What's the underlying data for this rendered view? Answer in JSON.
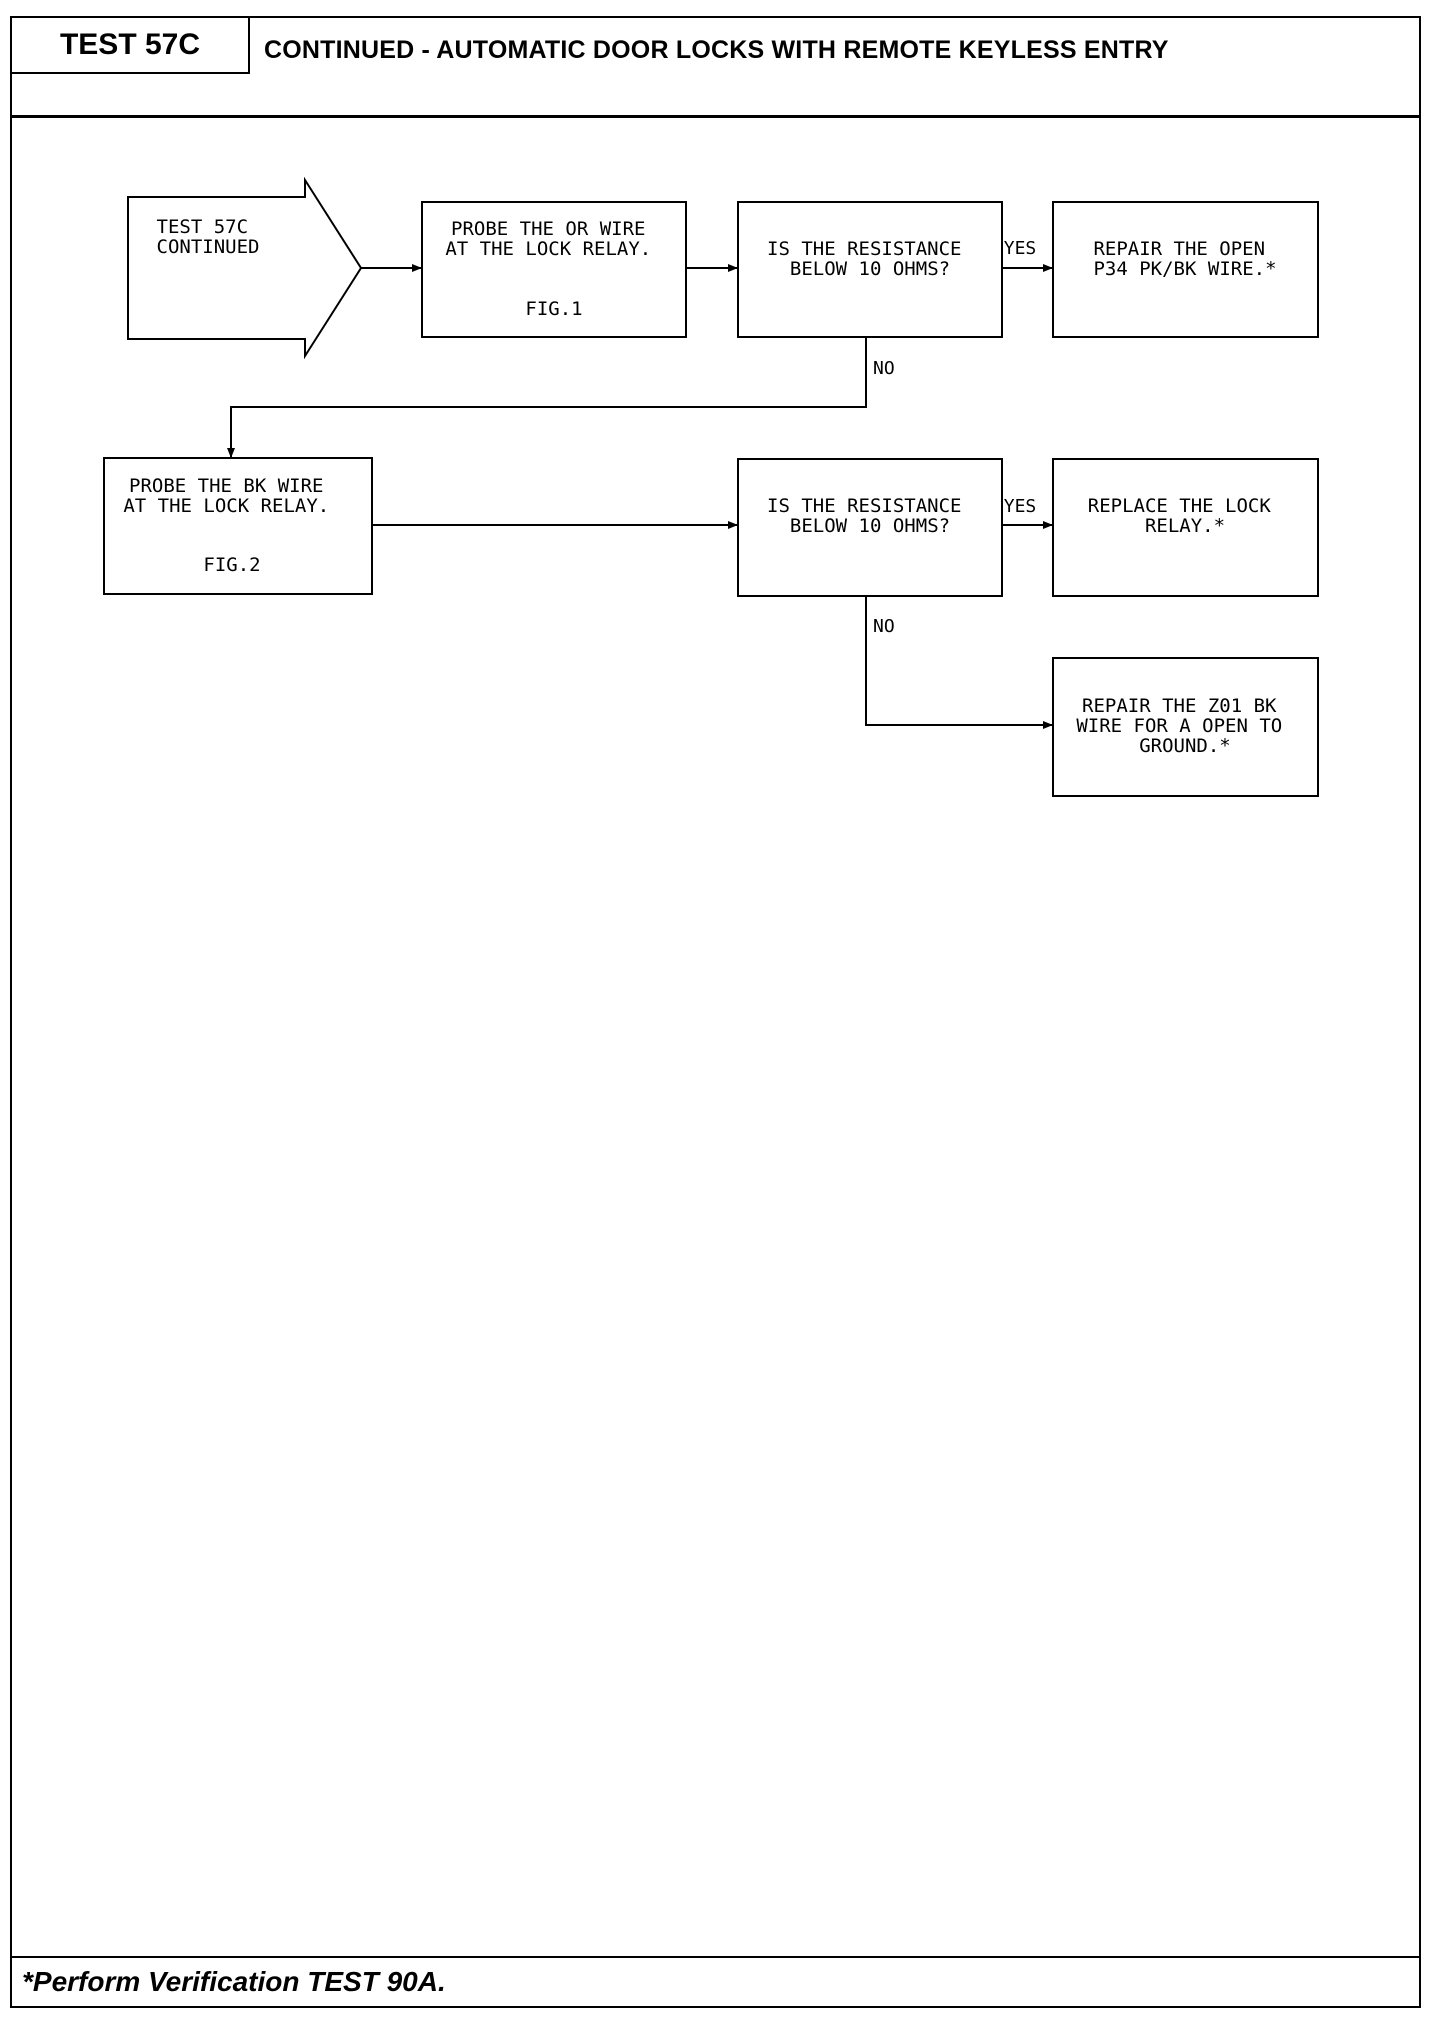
{
  "header": {
    "test_id": "TEST 57C",
    "title": "CONTINUED - AUTOMATIC DOOR LOCKS WITH REMOTE KEYLESS ENTRY"
  },
  "flowchart": {
    "start": {
      "lines": [
        "TEST 57C",
        "CONTINUED"
      ]
    },
    "probe_or": {
      "lines": [
        "PROBE THE OR WIRE",
        "AT THE LOCK RELAY."
      ],
      "figure": "FIG.1"
    },
    "question_1": {
      "lines": [
        "IS THE RESISTANCE",
        "BELOW 10 OHMS?"
      ]
    },
    "repair_p34": {
      "lines": [
        "REPAIR THE OPEN",
        "P34 PK/BK WIRE.*"
      ]
    },
    "probe_bk": {
      "lines": [
        "PROBE THE BK WIRE",
        "AT THE LOCK RELAY."
      ],
      "figure": "FIG.2"
    },
    "question_2": {
      "lines": [
        "IS THE RESISTANCE",
        "BELOW 10 OHMS?"
      ]
    },
    "replace_relay": {
      "lines": [
        "REPLACE THE LOCK",
        "RELAY.*"
      ]
    },
    "repair_z01": {
      "lines": [
        "REPAIR THE Z01 BK",
        "WIRE FOR A OPEN TO",
        "GROUND.*"
      ]
    },
    "labels": {
      "yes": "YES",
      "no": "NO"
    }
  },
  "footer": {
    "note": "*Perform Verification TEST 90A."
  }
}
